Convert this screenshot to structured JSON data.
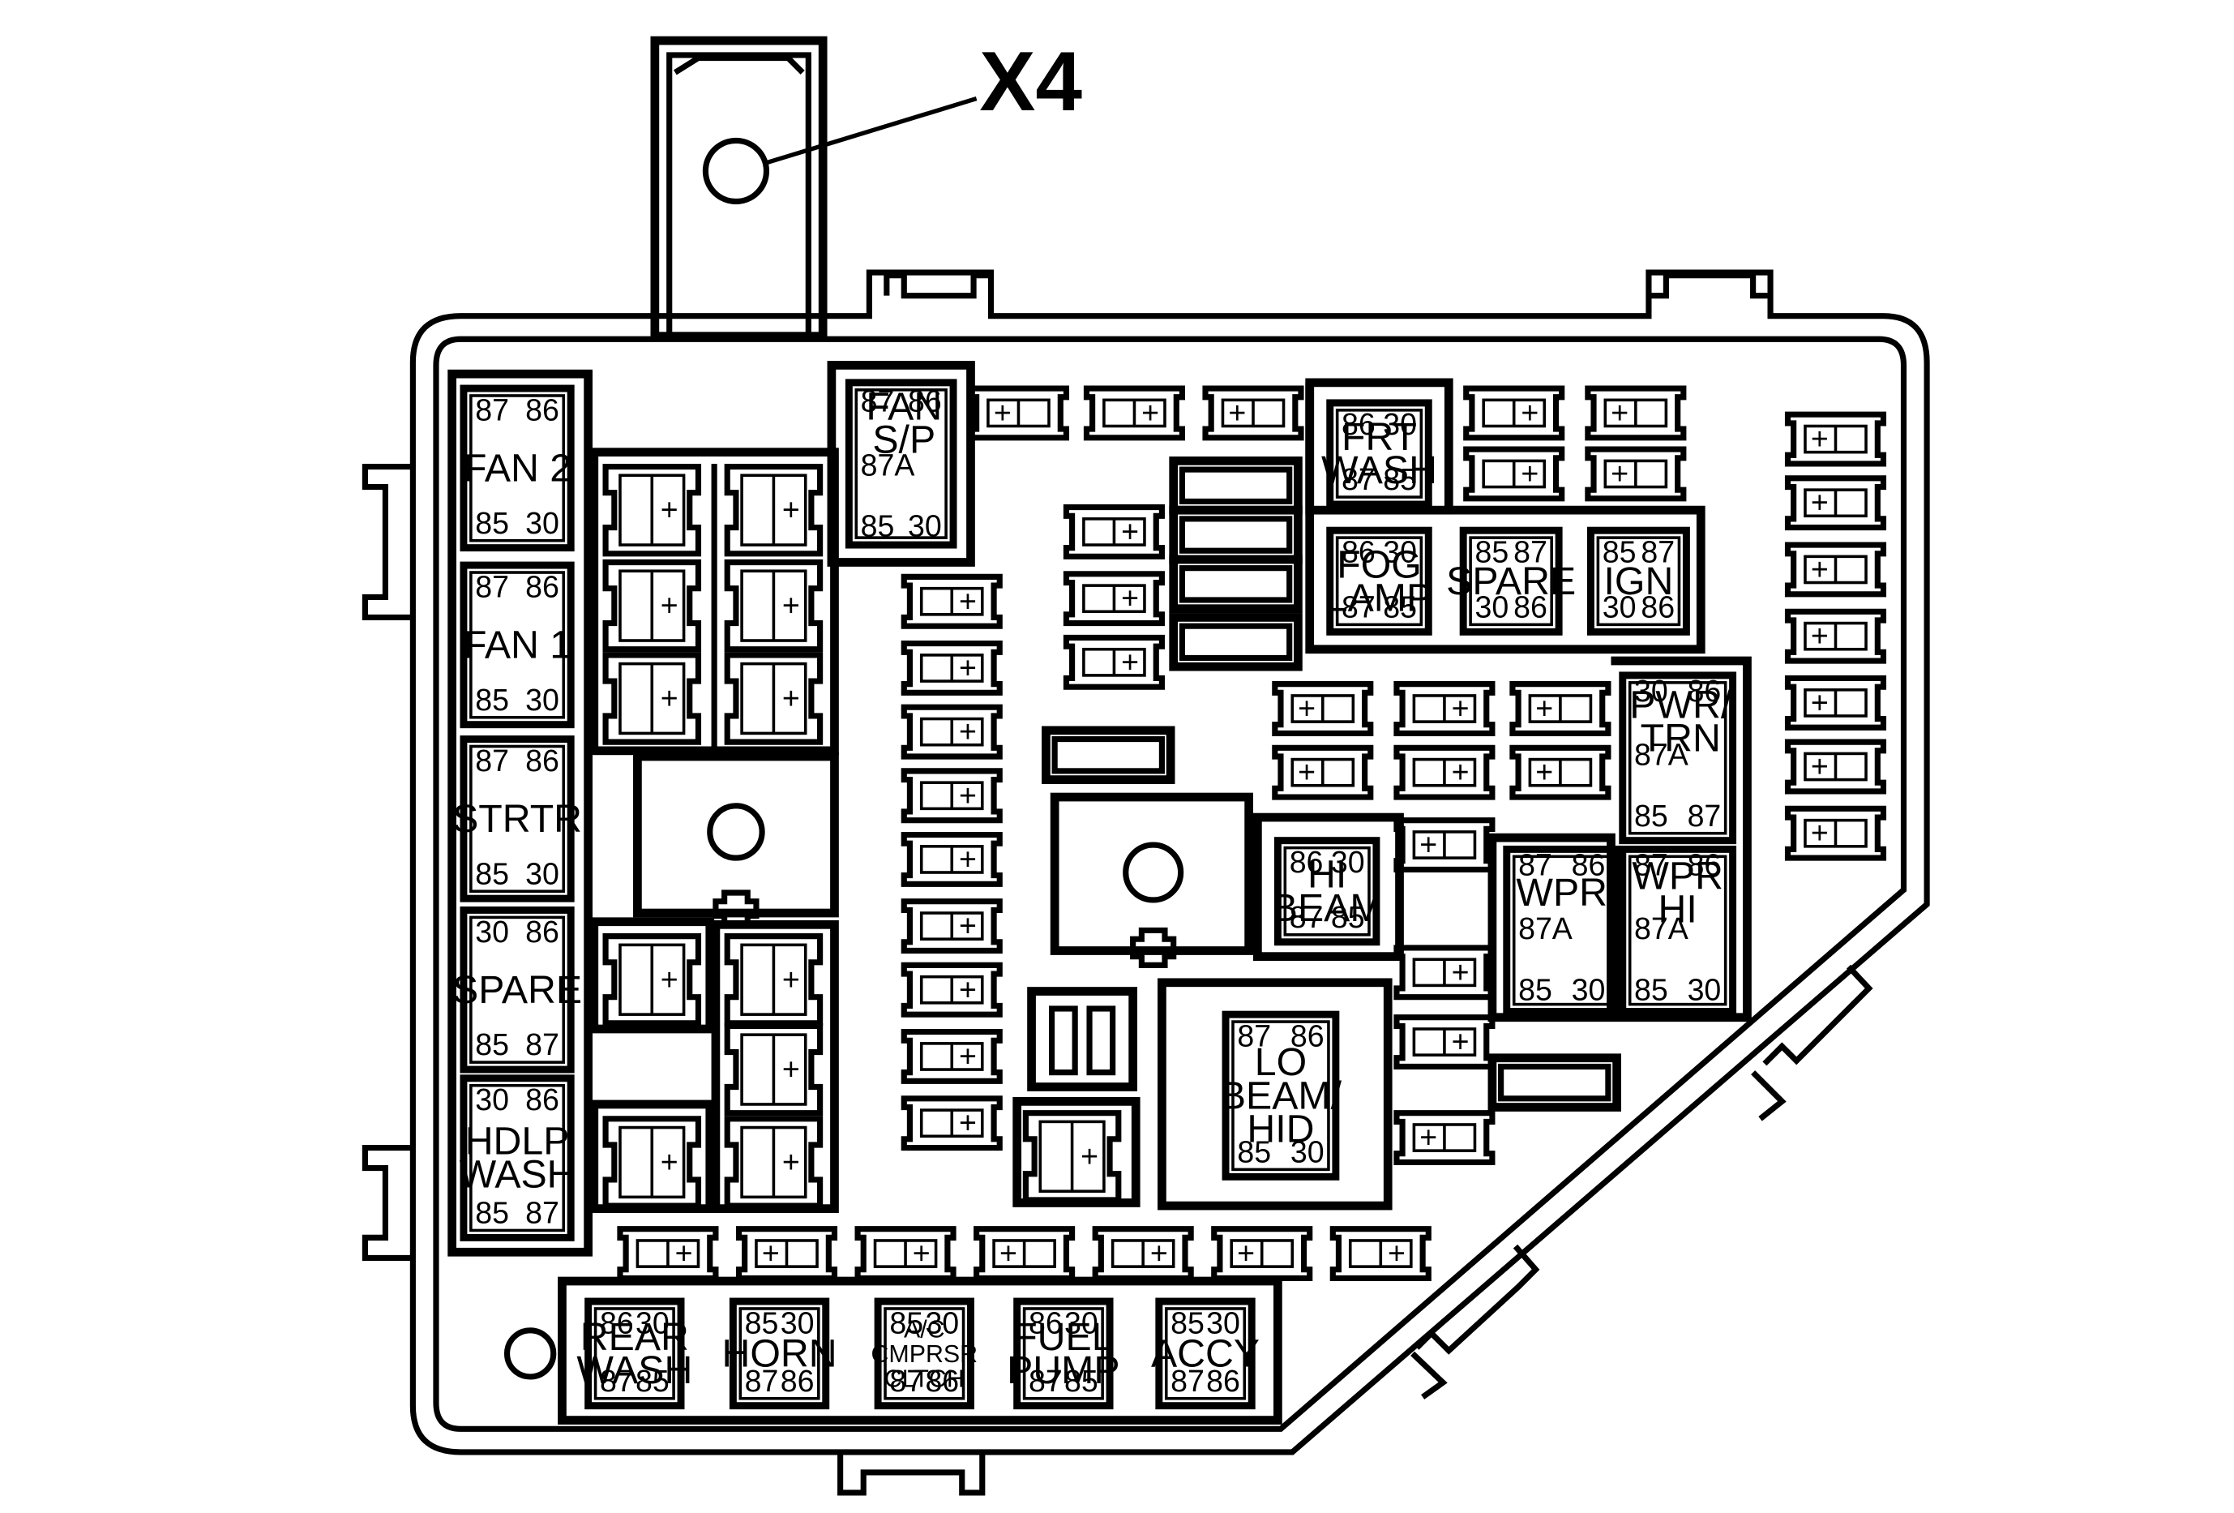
{
  "callout": "X4",
  "left_relays": [
    {
      "name": "FAN 2",
      "pins": [
        "87",
        "86",
        "85",
        "30"
      ]
    },
    {
      "name": "FAN 1",
      "pins": [
        "87",
        "86",
        "85",
        "30"
      ]
    },
    {
      "name": "STRTR",
      "pins": [
        "87",
        "86",
        "85",
        "30"
      ]
    },
    {
      "name": "SPARE",
      "pins": [
        "30",
        "86",
        "85",
        "87"
      ]
    },
    {
      "name": "HDLP\nWASH",
      "pins": [
        "30",
        "86",
        "85",
        "87"
      ]
    }
  ],
  "bottom_relays": [
    {
      "name": "REAR\nWASH",
      "pins": [
        "86",
        "30",
        "87",
        "85"
      ]
    },
    {
      "name": "HORN",
      "pins": [
        "85",
        "30",
        "87",
        "86"
      ]
    },
    {
      "name": "A/C\nCMPRSR\nCLTCH",
      "pins": [
        "85",
        "30",
        "87",
        "86"
      ]
    },
    {
      "name": "FUEL\nPUMP",
      "pins": [
        "86",
        "30",
        "87",
        "85"
      ]
    },
    {
      "name": "ACCY",
      "pins": [
        "85",
        "30",
        "87",
        "86"
      ]
    }
  ],
  "fan_sp_relay": {
    "name": "FAN\nS/P",
    "pins": [
      "87",
      "86",
      "87A",
      "85",
      "30"
    ]
  },
  "upper_relays": [
    {
      "name": "FRT\nWASH",
      "pins": [
        "86",
        "30",
        "87",
        "85"
      ]
    },
    {
      "name": "FOG\nLAMP",
      "pins": [
        "86",
        "30",
        "87",
        "85"
      ]
    },
    {
      "name": "SPARE",
      "pins": [
        "85",
        "87",
        "30",
        "86"
      ]
    },
    {
      "name": "IGN",
      "pins": [
        "85",
        "87",
        "30",
        "86"
      ]
    },
    {
      "name": "HI\nBEAM",
      "pins": [
        "86",
        "30",
        "87",
        "85"
      ]
    }
  ],
  "pwr_trn_relay": {
    "name": "PWR/\nTRN",
    "pins": [
      "30",
      "86",
      "87A",
      "85",
      "87"
    ]
  },
  "wpr_relays": [
    {
      "name": "WPR",
      "pins": [
        "87",
        "86",
        "87A",
        "85",
        "30"
      ]
    },
    {
      "name": "WPR\nHI",
      "pins": [
        "87",
        "86",
        "87A",
        "85",
        "30"
      ]
    }
  ],
  "lo_beam_relay": {
    "name": "LO\nBEAM/\nHID",
    "pins": [
      "87",
      "86",
      "85",
      "30"
    ]
  },
  "fuse_mark": "+"
}
